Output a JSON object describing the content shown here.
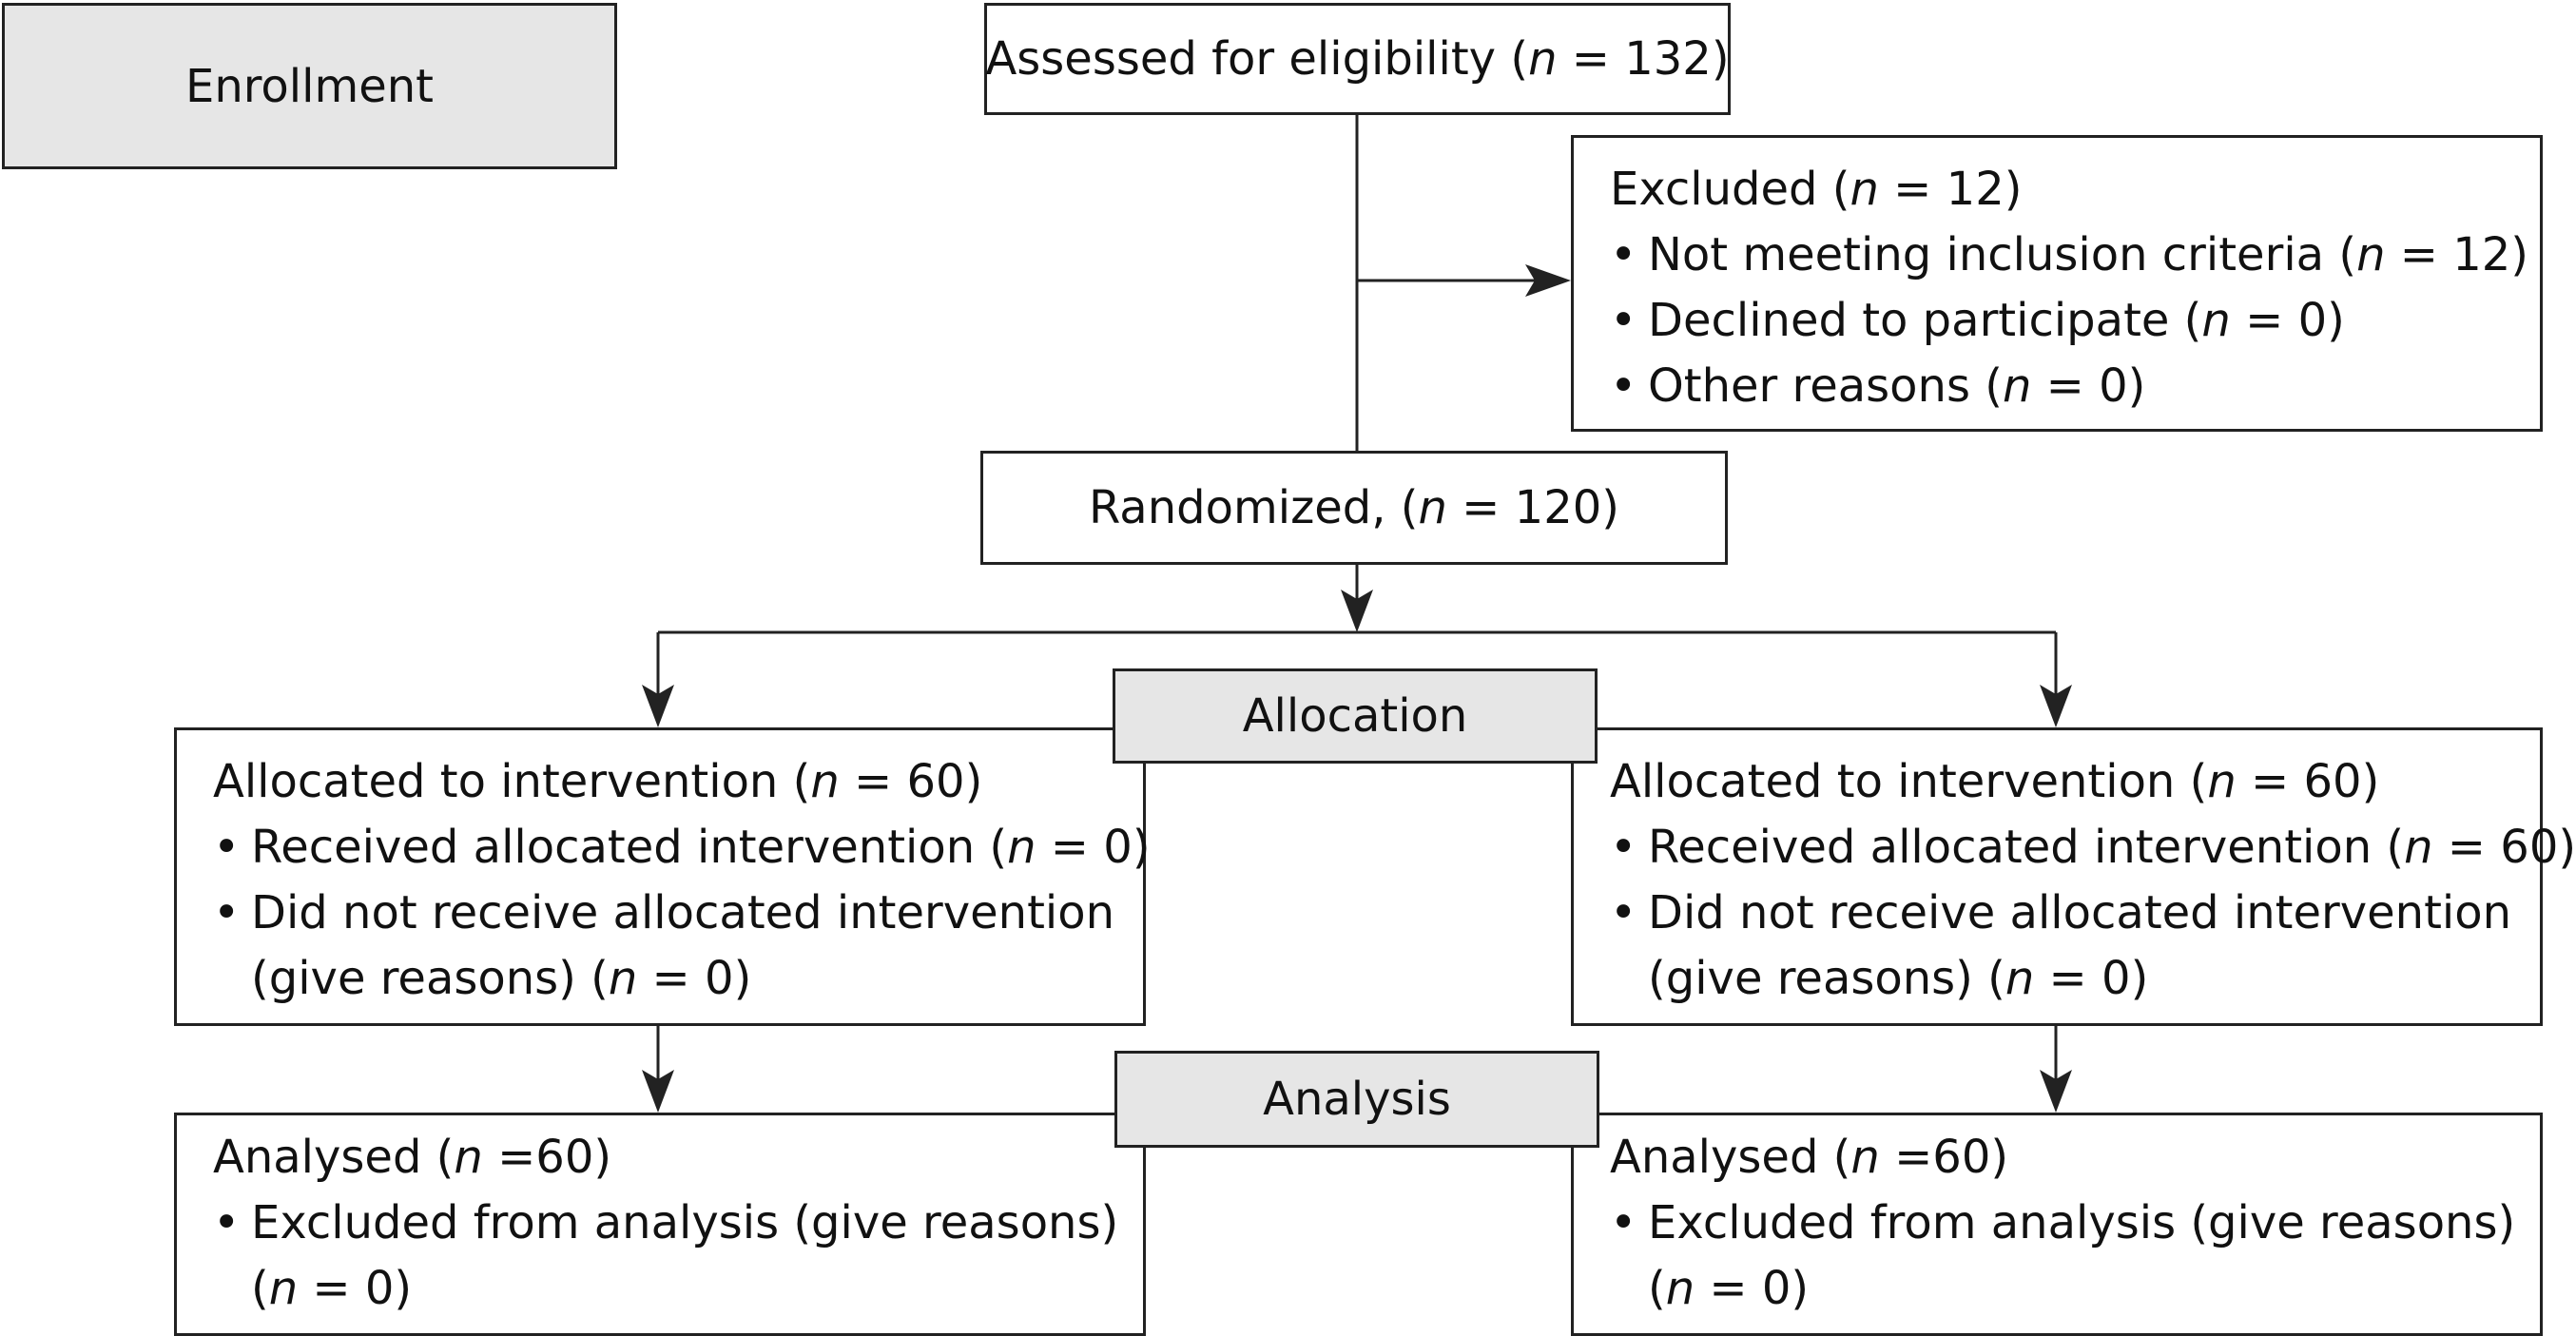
{
  "stages": {
    "enrollment": "Enrollment",
    "allocation": "Allocation",
    "analysis": "Analysis"
  },
  "assessed": {
    "text_before": "Assessed for eligibility (",
    "n_symbol": "n",
    "text_after": " = 132)"
  },
  "excluded": {
    "title_before": "Excluded (",
    "n_symbol": "n",
    "title_after": " = 12)",
    "bullet_symbol": "•",
    "items": [
      {
        "before": "Not meeting inclusion criteria (",
        "n_symbol": "n",
        "after": " = 12)"
      },
      {
        "before": "Declined to participate (",
        "n_symbol": "n",
        "after": " = 0)"
      },
      {
        "before": "Other reasons (",
        "n_symbol": "n",
        "after": " = 0)"
      }
    ]
  },
  "randomized": {
    "text_before": "Randomized, (",
    "n_symbol": "n",
    "text_after": " = 120)"
  },
  "allocated_left": {
    "title_before": "Allocated to intervention (",
    "n_symbol": "n",
    "title_after": " = 60)",
    "received_before": "Received allocated intervention (",
    "received_after": " = 0)",
    "not_received_line1": "Did not receive allocated intervention",
    "not_received_line2_before": "(give reasons) (",
    "not_received_line2_after": " = 0)"
  },
  "allocated_right": {
    "title_before": "Allocated to intervention (",
    "n_symbol": "n",
    "title_after": " = 60)",
    "received_before": "Received allocated intervention (",
    "received_after": " = 60)",
    "not_received_line1": "Did not receive allocated intervention",
    "not_received_line2_before": "(give reasons) (",
    "not_received_line2_after": " = 0)"
  },
  "analysed_left": {
    "title_before": "Analysed (",
    "n_symbol": "n",
    "title_after": " =60)",
    "excluded_line1": "Excluded from analysis (give reasons)",
    "excluded_line2_before": "(",
    "excluded_line2_after": " = 0)"
  },
  "analysed_right": {
    "title_before": "Analysed (",
    "n_symbol": "n",
    "title_after": " =60)",
    "excluded_line1": "Excluded from analysis (give reasons)",
    "excluded_line2_before": "(",
    "excluded_line2_after": " = 0)"
  },
  "colors": {
    "stage_fill": "#e6e6e6",
    "stroke": "#222222"
  }
}
